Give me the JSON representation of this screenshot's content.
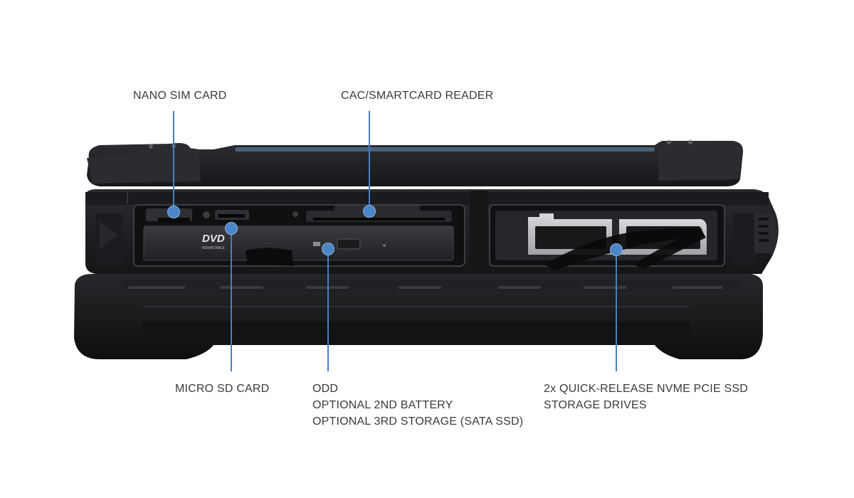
{
  "callouts": {
    "nano_sim": {
      "lines": [
        "NANO SIM CARD"
      ]
    },
    "smartcard": {
      "lines": [
        "CAC/SMARTCARD READER"
      ]
    },
    "micro_sd": {
      "lines": [
        "MICRO SD CARD"
      ]
    },
    "odd": {
      "lines": [
        "ODD",
        "OPTIONAL 2ND BATTERY",
        "OPTIONAL 3RD STORAGE (SATA SSD)"
      ]
    },
    "ssd": {
      "lines": [
        "2x QUICK-RELEASE NVME PCIE SSD",
        "STORAGE DRIVES"
      ]
    }
  },
  "device": {
    "dvd_logo_text": "DVD",
    "dvd_sub_text": "REWRITABLE"
  },
  "colors": {
    "accent": "#4a85c8",
    "leader": "#4a7fbf",
    "label_text": "#3a3a3a",
    "chassis": "#1c1d20"
  }
}
